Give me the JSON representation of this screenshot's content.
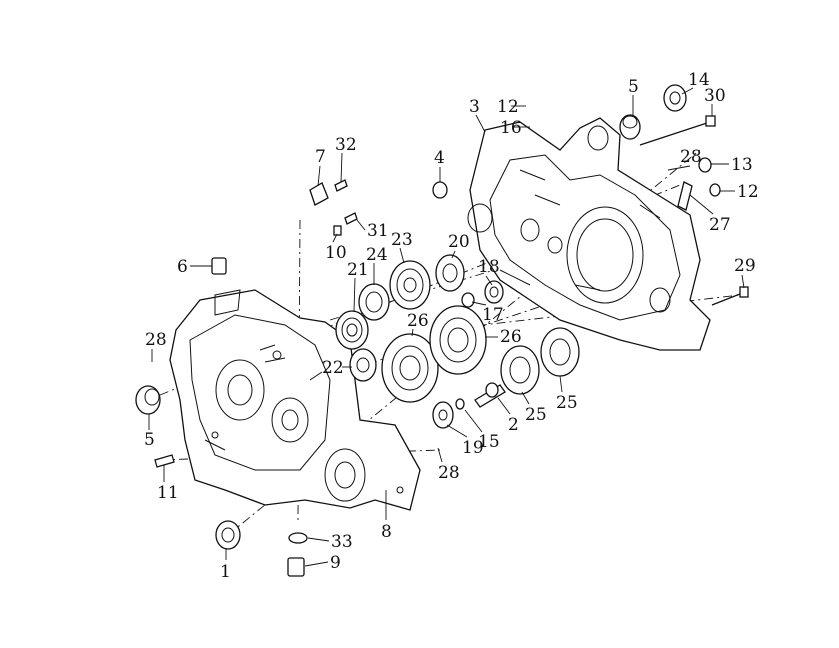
{
  "diagram": {
    "callouts": [
      "1",
      "2",
      "3",
      "4",
      "5",
      "5",
      "6",
      "7",
      "8",
      "9",
      "10",
      "11",
      "12",
      "12",
      "13",
      "14",
      "15",
      "16",
      "17",
      "18",
      "19",
      "20",
      "21",
      "22",
      "23",
      "24",
      "25",
      "25",
      "26",
      "26",
      "27",
      "28",
      "28",
      "28",
      "29",
      "30",
      "31",
      "32",
      "33"
    ]
  }
}
